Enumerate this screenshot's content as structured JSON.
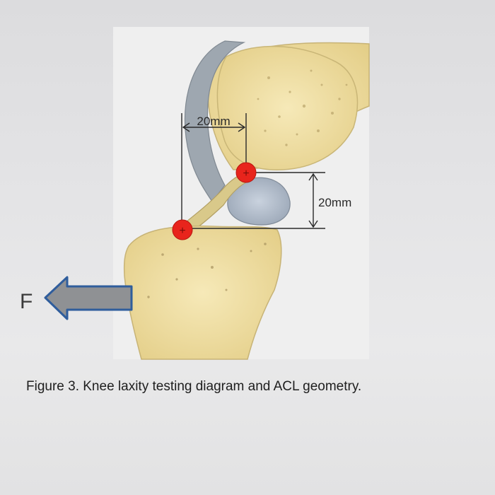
{
  "diagram": {
    "force_label": "F",
    "horizontal_dimension": "20mm",
    "vertical_dimension": "20mm",
    "femoral_marker_symbol": "+",
    "tibial_marker_symbol": "+",
    "colors": {
      "background": "#e4e4e6",
      "panel": "#eeeeee",
      "bone": "#f2e2a8",
      "bone_dark": "#d8c486",
      "cartilage": "#9aa4ad",
      "meniscus": "#b9c2cf",
      "marker": "#e8241c",
      "arrow_fill": "#8f9194",
      "arrow_stroke": "#2f5d9c"
    }
  },
  "caption": "Figure 3. Knee laxity testing diagram and ACL geometry."
}
